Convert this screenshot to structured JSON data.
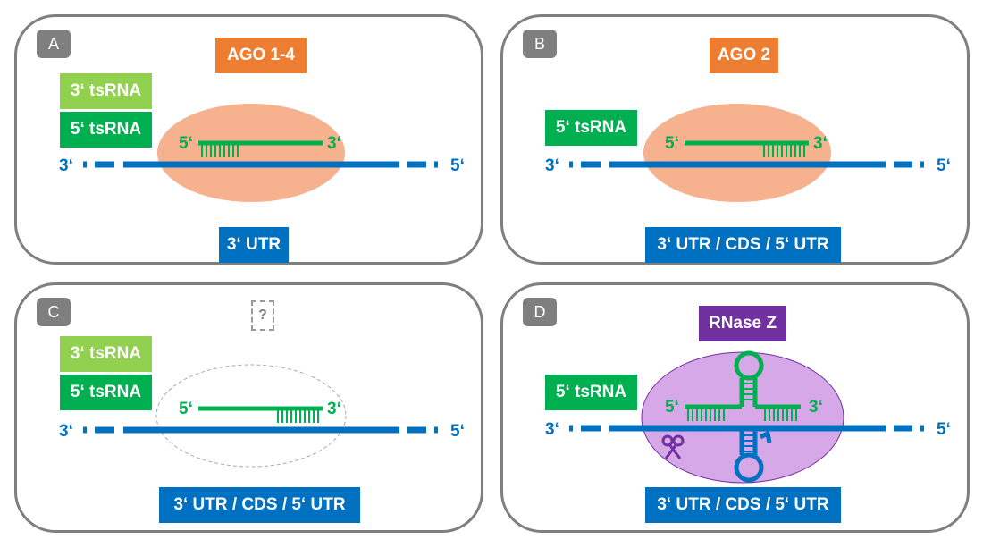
{
  "colors": {
    "ago": "#ed7d31",
    "rnase": "#7030a0",
    "ts3": "#92d050",
    "ts5": "#00b050",
    "utr": "#0070c0",
    "panel_border": "#7f7f7f"
  },
  "panels": [
    {
      "label": "A",
      "protein": "AGO 1-4",
      "tsrna": [
        "3‘ tsRNA",
        "5‘ tsRNA"
      ],
      "target": "3‘ UTR",
      "strand": {
        "left": "3‘",
        "right": "5‘"
      },
      "guide": {
        "left": "5‘",
        "right": "3‘"
      }
    },
    {
      "label": "B",
      "protein": "AGO 2",
      "tsrna": [
        "5‘ tsRNA"
      ],
      "target": "3‘ UTR / CDS / 5‘ UTR",
      "strand": {
        "left": "3‘",
        "right": "5‘"
      },
      "guide": {
        "left": "5‘",
        "right": "3‘"
      }
    },
    {
      "label": "C",
      "protein": "?",
      "tsrna": [
        "3‘ tsRNA",
        "5‘ tsRNA"
      ],
      "target": "3‘ UTR / CDS / 5‘ UTR",
      "strand": {
        "left": "3‘",
        "right": "5‘"
      },
      "guide": {
        "left": "5‘",
        "right": "3‘"
      }
    },
    {
      "label": "D",
      "protein": "RNase Z",
      "tsrna": [
        "5‘ tsRNA"
      ],
      "target": "3‘ UTR / CDS / 5‘ UTR",
      "strand": {
        "left": "3‘",
        "right": "5‘"
      },
      "guide": {
        "left": "5‘",
        "right": "3‘"
      }
    }
  ]
}
